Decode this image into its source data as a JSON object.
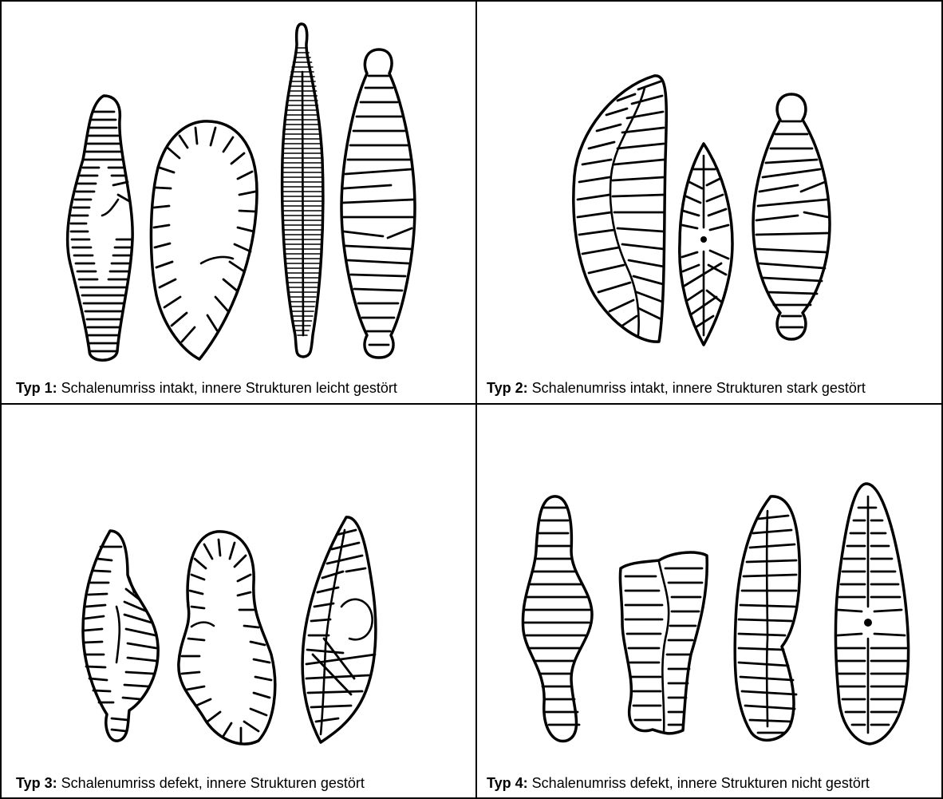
{
  "panels": [
    {
      "label": "Typ 1:",
      "text": " Schalenumriss intakt, innere Strukturen leicht gestört"
    },
    {
      "label": "Typ 2:",
      "text": " Schalenumriss intakt, innere Strukturen stark gestört"
    },
    {
      "label": "Typ 3:",
      "text": " Schalenumriss defekt, innere Strukturen gestört"
    },
    {
      "label": "Typ 4:",
      "text": " Schalenumriss defekt, innere Strukturen nicht gestört"
    }
  ],
  "colors": {
    "line": "#000000",
    "background": "#ffffff"
  }
}
